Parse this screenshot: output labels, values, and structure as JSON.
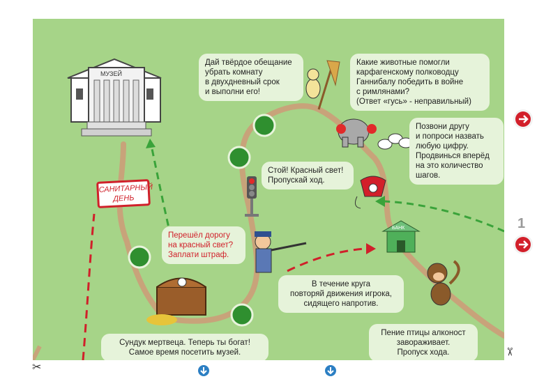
{
  "page_number": "1",
  "museum_label": "МУЗЕЙ",
  "bank_label": "БАНК",
  "sign": {
    "line1": "САНИТАРНЫЙ",
    "line2": "ДЕНЬ"
  },
  "cards": {
    "broom_bug": [
      "Дай твёрдое обещание",
      "убрать комнату",
      "в двухдневный срок",
      "и выполни его!"
    ],
    "hannibal": [
      "Какие животные помогли",
      "карфагенскому полководцу",
      "Ганнибалу победить в войне",
      "с римлянами?",
      "(Ответ «гусь» - неправильный)"
    ],
    "phone": [
      "Позвони другу",
      "и попроси назвать",
      "любую цифру.",
      "Продвинься вперёд",
      "на это количество",
      "шагов."
    ],
    "traffic_light": [
      "Стой! Красный свет!",
      "Пропускай ход."
    ],
    "fine": [
      "Перешёл дорогу",
      "на красный свет?",
      "Заплати штраф."
    ],
    "monkey": [
      "В течение круга",
      "повторяй движения игрока,",
      "сидящего напротив."
    ],
    "chest": [
      "Сундук мертвеца. Теперь ты богат!",
      "Самое время посетить музей."
    ],
    "alkonost": [
      "Пение птицы алконост",
      "завораживает.",
      "Пропуск хода."
    ]
  },
  "colors": {
    "board": "#a6d488",
    "path": "#c8a37a",
    "step": "#2f8f2f",
    "red_arrow": "#d0202a",
    "green_arrow": "#3aa33a",
    "bubble": "#e6f3da",
    "nav": "#d21f2a",
    "bottom_nav": "#2c7fc3"
  },
  "icons": [
    "museum-icon",
    "sign-icon",
    "treasure-chest-icon",
    "police-officer-icon",
    "traffic-light-icon",
    "broom-bug-icon",
    "elephant-icon",
    "geese-icon",
    "telephone-icon",
    "bank-icon",
    "monkey-icon",
    "scissors-icon",
    "arrow-right-icon",
    "arrow-down-icon"
  ]
}
